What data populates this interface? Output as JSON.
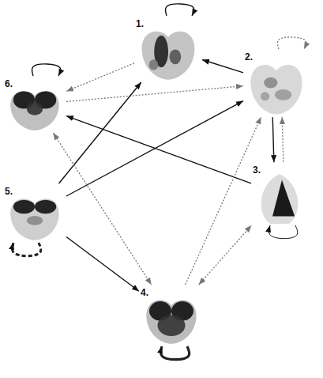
{
  "diagram": {
    "nodes": [
      {
        "text": [
          "1."
        ]
      },
      {
        "text": [
          "2."
        ]
      },
      {
        "text": [
          "3."
        ]
      },
      {
        "text": [
          "4."
        ]
      },
      {
        "text": [
          "5."
        ]
      },
      {
        "text": [
          "6."
        ]
      }
    ],
    "edges": [
      {
        "from": 0,
        "to": 0,
        "arrow": "to"
      },
      {
        "from": 0,
        "to": 5,
        "arrow": "to"
      },
      {
        "from": 1,
        "to": 0,
        "arrow": "to"
      },
      {
        "from": 1,
        "to": 1,
        "arrow": "to"
      },
      {
        "from": 5,
        "to": 1,
        "arrow": "to"
      },
      {
        "from": 4,
        "to": 0,
        "arrow": "to"
      },
      {
        "from": 4,
        "to": 1,
        "arrow": "to"
      },
      {
        "from": 2,
        "to": 5,
        "arrow": "to"
      },
      {
        "from": 5,
        "to": 3,
        "arrow": "both"
      },
      {
        "from": 4,
        "to": 3,
        "arrow": "to"
      },
      {
        "from": 3,
        "to": 1,
        "arrow": "to"
      },
      {
        "from": 1,
        "to": 2,
        "arrow": "to"
      },
      {
        "from": 2,
        "to": 1,
        "arrow": "to"
      },
      {
        "from": 3,
        "to": 2,
        "arrow": "both"
      },
      {
        "from": 2,
        "to": 2,
        "arrow": "to"
      },
      {
        "from": 4,
        "to": 4,
        "arrow": "to"
      },
      {
        "from": 3,
        "to": 3,
        "arrow": "to"
      },
      {
        "from": 5,
        "to": 5,
        "arrow": "to"
      }
    ]
  }
}
